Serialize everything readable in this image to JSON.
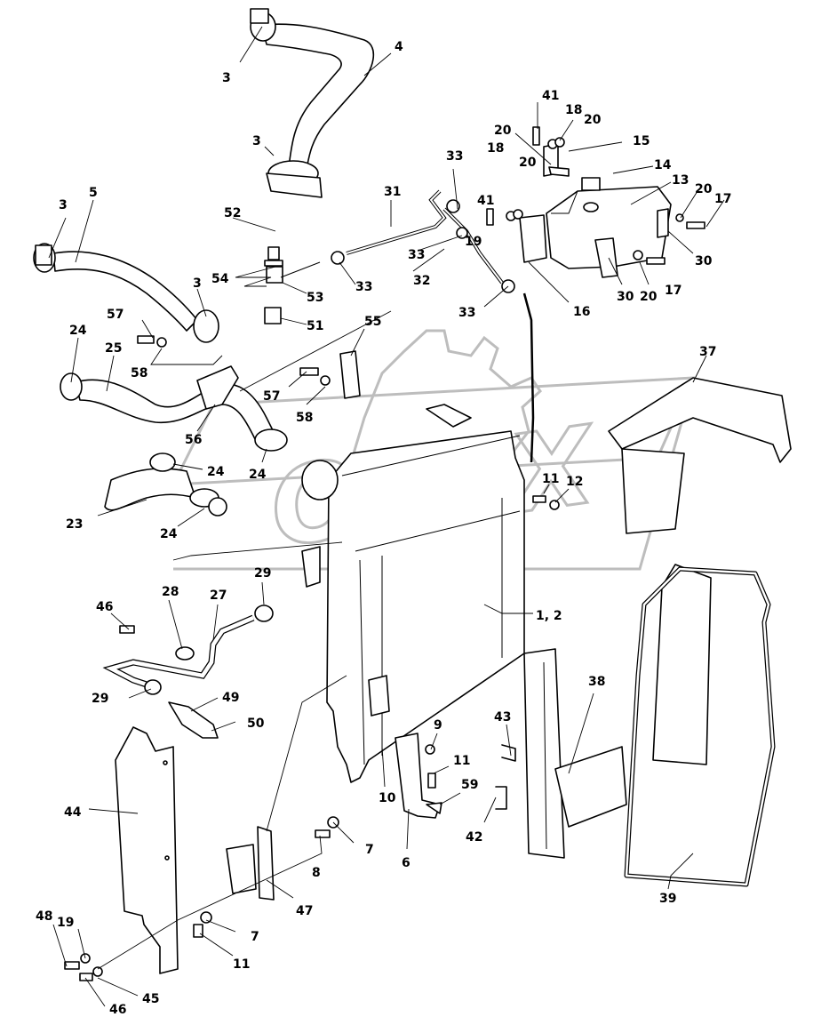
{
  "watermark": "OPEX",
  "callouts": [
    {
      "id": "c1",
      "text": "4"
    },
    {
      "id": "c2",
      "text": "3"
    },
    {
      "id": "c3",
      "text": "3"
    },
    {
      "id": "c4",
      "text": "5"
    },
    {
      "id": "c5",
      "text": "3"
    },
    {
      "id": "c6",
      "text": "3"
    },
    {
      "id": "c7",
      "text": "52"
    },
    {
      "id": "c8",
      "text": "54"
    },
    {
      "id": "c9",
      "text": "53"
    },
    {
      "id": "c10",
      "text": "51"
    },
    {
      "id": "c11",
      "text": "33"
    },
    {
      "id": "c12",
      "text": "31"
    },
    {
      "id": "c13",
      "text": "33"
    },
    {
      "id": "c14",
      "text": "32"
    },
    {
      "id": "c15",
      "text": "33"
    },
    {
      "id": "c16",
      "text": "33"
    },
    {
      "id": "c17",
      "text": "19"
    },
    {
      "id": "c18",
      "text": "41"
    },
    {
      "id": "c19",
      "text": "18"
    },
    {
      "id": "c20",
      "text": "20"
    },
    {
      "id": "c21",
      "text": "41"
    },
    {
      "id": "c22",
      "text": "18"
    },
    {
      "id": "c23",
      "text": "20"
    },
    {
      "id": "c24",
      "text": "20"
    },
    {
      "id": "c25",
      "text": "15"
    },
    {
      "id": "c26",
      "text": "14"
    },
    {
      "id": "c27",
      "text": "13"
    },
    {
      "id": "c28",
      "text": "20"
    },
    {
      "id": "c29",
      "text": "17"
    },
    {
      "id": "c30",
      "text": "30"
    },
    {
      "id": "c31",
      "text": "30"
    },
    {
      "id": "c32",
      "text": "20"
    },
    {
      "id": "c33",
      "text": "17"
    },
    {
      "id": "c34",
      "text": "16"
    },
    {
      "id": "c35",
      "text": "57"
    },
    {
      "id": "c36",
      "text": "58"
    },
    {
      "id": "c37",
      "text": "24"
    },
    {
      "id": "c38",
      "text": "25"
    },
    {
      "id": "c39",
      "text": "55"
    },
    {
      "id": "c40",
      "text": "57"
    },
    {
      "id": "c41",
      "text": "58"
    },
    {
      "id": "c42",
      "text": "56"
    },
    {
      "id": "c43",
      "text": "24"
    },
    {
      "id": "c44",
      "text": "24"
    },
    {
      "id": "c45",
      "text": "23"
    },
    {
      "id": "c46",
      "text": "24"
    },
    {
      "id": "c47",
      "text": "37"
    },
    {
      "id": "c48",
      "text": "11"
    },
    {
      "id": "c49",
      "text": "12"
    },
    {
      "id": "c50",
      "text": "1, 2"
    },
    {
      "id": "c51",
      "text": "29"
    },
    {
      "id": "c52",
      "text": "28"
    },
    {
      "id": "c53",
      "text": "27"
    },
    {
      "id": "c54",
      "text": "46"
    },
    {
      "id": "c55",
      "text": "29"
    },
    {
      "id": "c56",
      "text": "49"
    },
    {
      "id": "c57",
      "text": "50"
    },
    {
      "id": "c58",
      "text": "38"
    },
    {
      "id": "c59",
      "text": "43"
    },
    {
      "id": "c60",
      "text": "9"
    },
    {
      "id": "c61",
      "text": "11"
    },
    {
      "id": "c62",
      "text": "59"
    },
    {
      "id": "c63",
      "text": "10"
    },
    {
      "id": "c64",
      "text": "42"
    },
    {
      "id": "c65",
      "text": "6"
    },
    {
      "id": "c66",
      "text": "44"
    },
    {
      "id": "c67",
      "text": "7"
    },
    {
      "id": "c68",
      "text": "8"
    },
    {
      "id": "c69",
      "text": "47"
    },
    {
      "id": "c70",
      "text": "39"
    },
    {
      "id": "c71",
      "text": "19"
    },
    {
      "id": "c72",
      "text": "48"
    },
    {
      "id": "c73",
      "text": "7"
    },
    {
      "id": "c74",
      "text": "11"
    },
    {
      "id": "c75",
      "text": "46"
    },
    {
      "id": "c76",
      "text": "45"
    }
  ]
}
